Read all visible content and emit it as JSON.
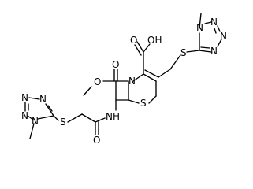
{
  "molecule": {
    "atom_labels": {
      "OH": "OH",
      "O_carbonyl_acid": "O",
      "O_betalactam": "O",
      "O_methoxy": "O",
      "O_amide": "O",
      "N_lactam": "N",
      "S_ring": "S",
      "NH": "NH",
      "S_thioether_right": "S",
      "S_thioether_left": "S",
      "tetrazole_right": {
        "N1": "N",
        "N2": "N",
        "N3": "N",
        "N4": "N"
      },
      "tetrazole_left": {
        "N1": "N",
        "N2": "N",
        "N3": "N",
        "N4": "N"
      }
    }
  }
}
